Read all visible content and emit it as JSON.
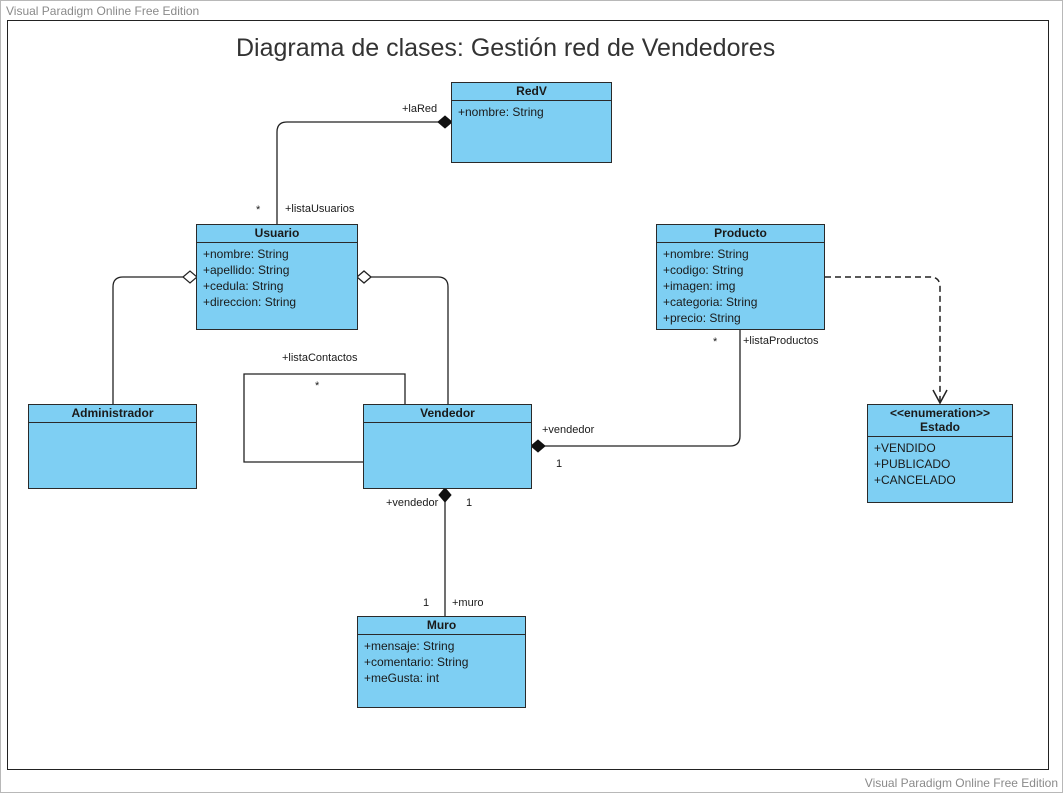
{
  "watermark": "Visual Paradigm Online Free Edition",
  "title": "Diagrama de clases: Gestión red de Vendedores",
  "colors": {
    "class_fill": "#7ecff3",
    "border": "#2a2a2a"
  },
  "classes": {
    "redv": {
      "name": "RedV",
      "attributes": [
        "+nombre: String"
      ]
    },
    "usuario": {
      "name": "Usuario",
      "attributes": [
        "+nombre: String",
        "+apellido: String",
        "+cedula: String",
        "+direccion: String"
      ]
    },
    "producto": {
      "name": "Producto",
      "attributes": [
        "+nombre: String",
        "+codigo: String",
        "+imagen: img",
        "+categoria: String",
        "+precio: String"
      ]
    },
    "administrador": {
      "name": "Administrador",
      "attributes": []
    },
    "vendedor": {
      "name": "Vendedor",
      "attributes": []
    },
    "estado": {
      "stereotype": "<<enumeration>>",
      "name": "Estado",
      "attributes": [
        "+VENDIDO",
        "+PUBLICADO",
        "+CANCELADO"
      ]
    },
    "muro": {
      "name": "Muro",
      "attributes": [
        "+mensaje: String",
        "+comentario: String",
        "+meGusta:  int"
      ]
    }
  },
  "labels": {
    "la_red": "+laRed",
    "usuarios_mult": "*",
    "lista_usuarios": "+listaUsuarios",
    "lista_contactos": "+listaContactos",
    "contactos_mult": "*",
    "productos_mult": "*",
    "lista_productos": "+listaProductos",
    "vendedor_role_right": "+vendedor",
    "vendedor_mult_right": "1",
    "vendedor_role_bottom": "+vendedor",
    "vendedor_mult_bottom": "1",
    "muro_mult": "1",
    "muro_role": "+muro"
  }
}
